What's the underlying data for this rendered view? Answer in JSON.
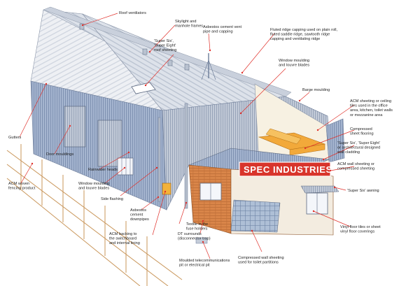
{
  "sign_text": "SPEC INDUSTRIES",
  "colors": {
    "leader": "#e0302a",
    "sign_bg": "#d8342b",
    "roof_light": "#dfe3ea",
    "wall_blue": "#9fb2cf",
    "wall_grey": "#bcc6d6",
    "brick": "#d67f45",
    "interior": "#f4b03c"
  },
  "labels": {
    "roof_ventilators": [
      "Roof ventilators"
    ],
    "skylight": [
      "Skylight and",
      "manhole frames"
    ],
    "super_six_roof": [
      "'Super Six',",
      "'Super Eight'",
      "roof sheeting"
    ],
    "vent_pipe": [
      "Asbestos cement vent",
      "pipe and capping"
    ],
    "ridge_capping": [
      "Fluted ridge capping used on plain roll,",
      "fluted saddle ridge, sawtooth ridge",
      "capping and ventilating ridge"
    ],
    "window_moulding_top": [
      "Window moulding",
      "and louvre blades"
    ],
    "barge_moulding": [
      "Barge moulding"
    ],
    "acm_ceiling": [
      "ACM sheeting or ceiling",
      "tiles used in the office",
      "area, kitchen, toilet walls",
      "or mezzanine area"
    ],
    "compressed_floor": [
      "Compressed",
      "sheet flooring"
    ],
    "super_six_wall": [
      "'Super Six', 'Super Eight'",
      "or architectural designed",
      "wall cladding"
    ],
    "acm_wall": [
      "ACM wall sheeting or",
      "compressed sheeting"
    ],
    "awning": [
      "'Super Six' awning"
    ],
    "vinyl_floor": [
      "Vinyl floor tiles or sheet",
      "vinyl floor coverings"
    ],
    "compressed_wall": [
      "Compressed wall sheeting",
      "used for toilet partitions"
    ],
    "telecom_pit": [
      "Moulded telecommunications",
      "pit or electrical pit"
    ],
    "dt_surrounds": [
      "DT surrounds",
      "(disconnector trap)"
    ],
    "textile_fuse": [
      "Textile in the",
      "fuse holders"
    ],
    "acm_backing": [
      "ACM backing to",
      "the switchboard",
      "and internal lining"
    ],
    "downpipes": [
      "Asbestos",
      "cement",
      "downpipes"
    ],
    "side_flashing": [
      "Side flashing"
    ],
    "window_moulding_left": [
      "Window moulding",
      "and louvre blades"
    ],
    "rainwater_heads": [
      "Rainwater heads"
    ],
    "door_mouldings": [
      "Door mouldings"
    ],
    "gutters": [
      "Gutters"
    ],
    "fencing": [
      "ACM woven",
      "fencing product"
    ]
  }
}
